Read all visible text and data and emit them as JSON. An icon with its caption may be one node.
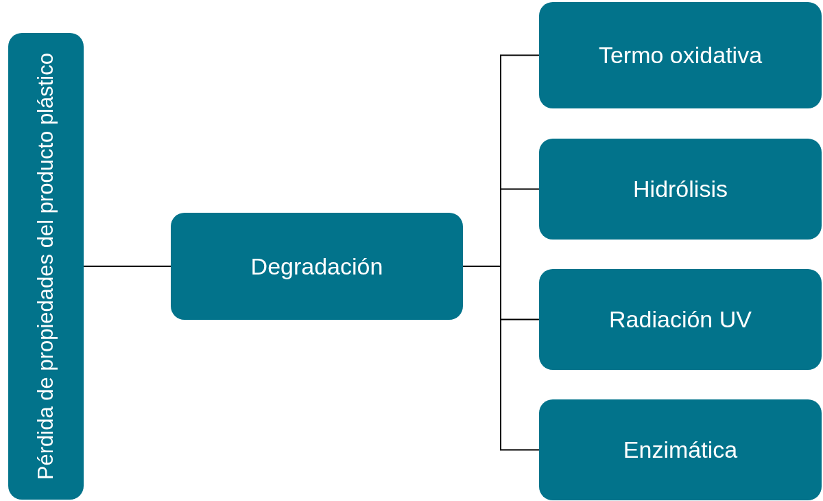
{
  "diagram": {
    "nodes": [
      {
        "text": [
          "Pérdida de propiedades del producto plástico"
        ]
      },
      {
        "text": [
          "Degradación"
        ]
      },
      {
        "text": [
          "Termo oxidativa"
        ]
      },
      {
        "text": [
          "Hidrólisis"
        ]
      },
      {
        "text": [
          "Radiación UV"
        ]
      },
      {
        "text": [
          "Enzimática"
        ]
      }
    ],
    "edges": [
      {
        "from": 0,
        "to": 1,
        "arrow": "none"
      },
      {
        "from": 1,
        "to": 2,
        "arrow": "none"
      },
      {
        "from": 1,
        "to": 3,
        "arrow": "none"
      },
      {
        "from": 1,
        "to": 4,
        "arrow": "none"
      },
      {
        "from": 1,
        "to": 5,
        "arrow": "none"
      }
    ]
  }
}
